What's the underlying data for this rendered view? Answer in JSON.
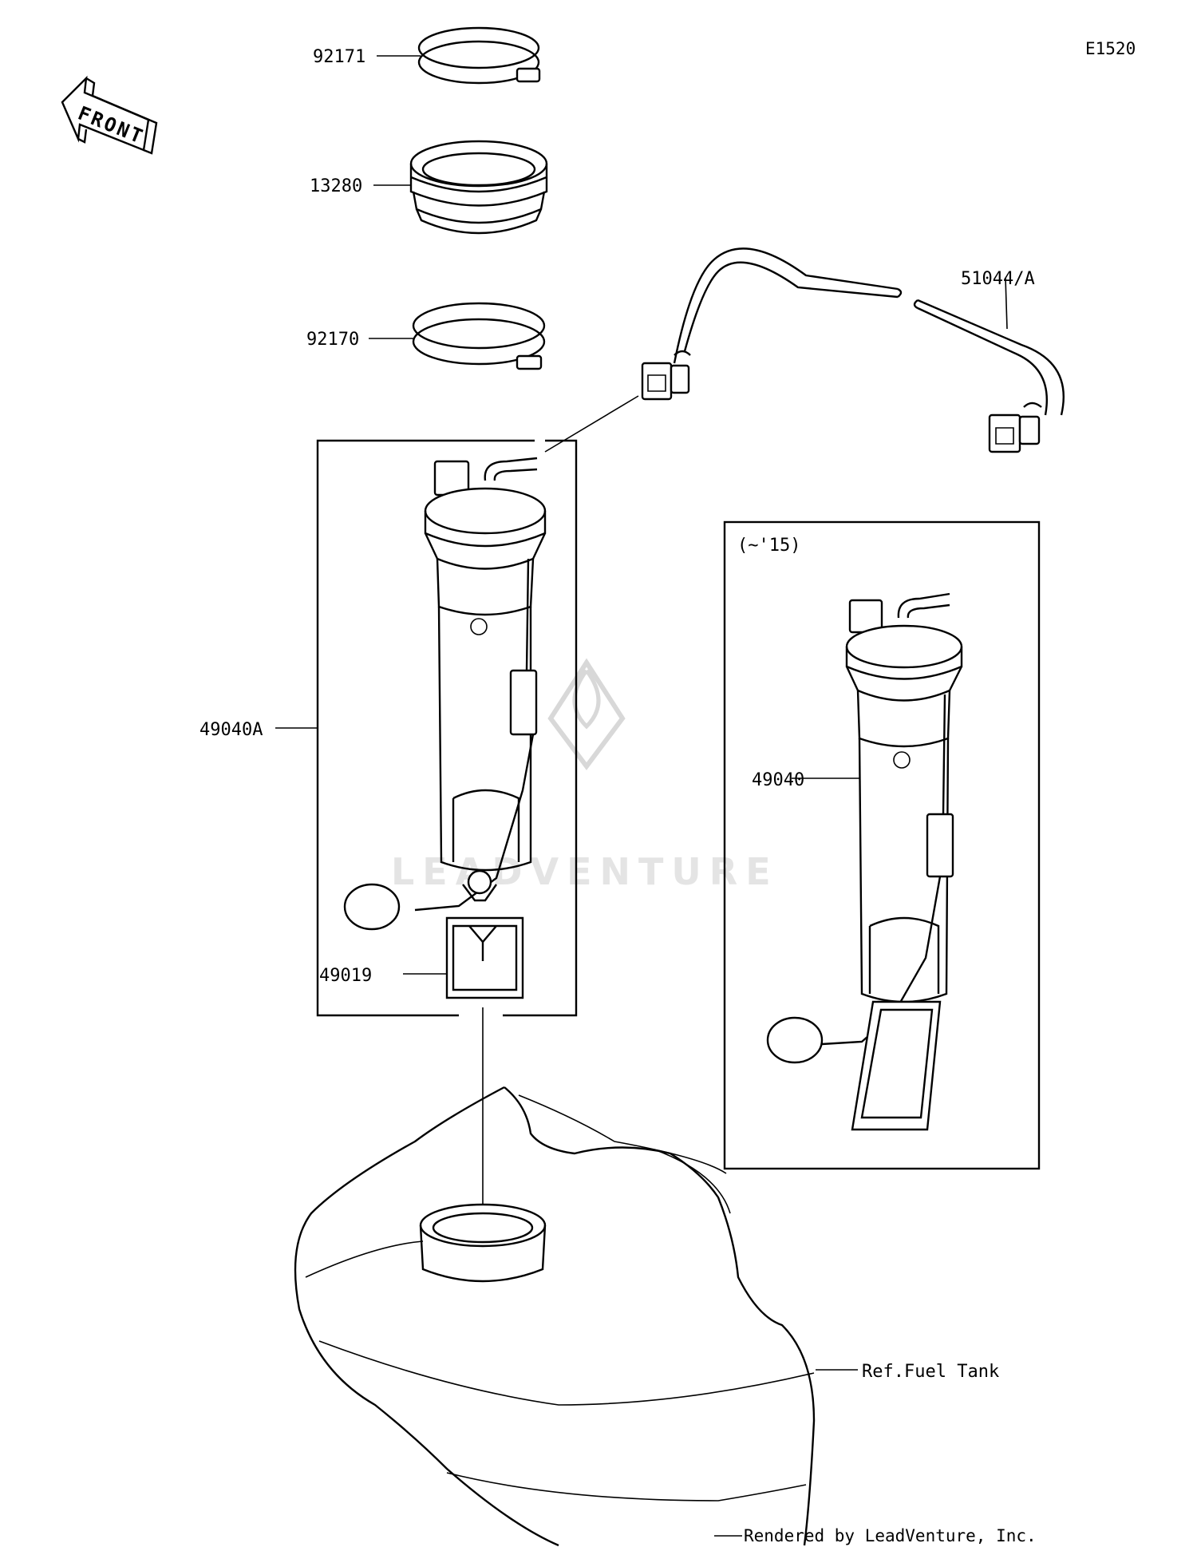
{
  "diagram_code": "E1520",
  "front_arrow_label": "FRONT",
  "parts": {
    "clamp_top": "92171",
    "seal": "13280",
    "clamp_bottom": "92170",
    "hose": "51044/A",
    "pump_assy_new": "49040A",
    "filter": "49019",
    "pump_assy_old": "49040",
    "fuel_tank_ref": "Ref.Fuel Tank"
  },
  "inset_note": "(~'15)",
  "watermark": "LEADVENTURE",
  "credit": "Rendered by LeadVenture, Inc."
}
